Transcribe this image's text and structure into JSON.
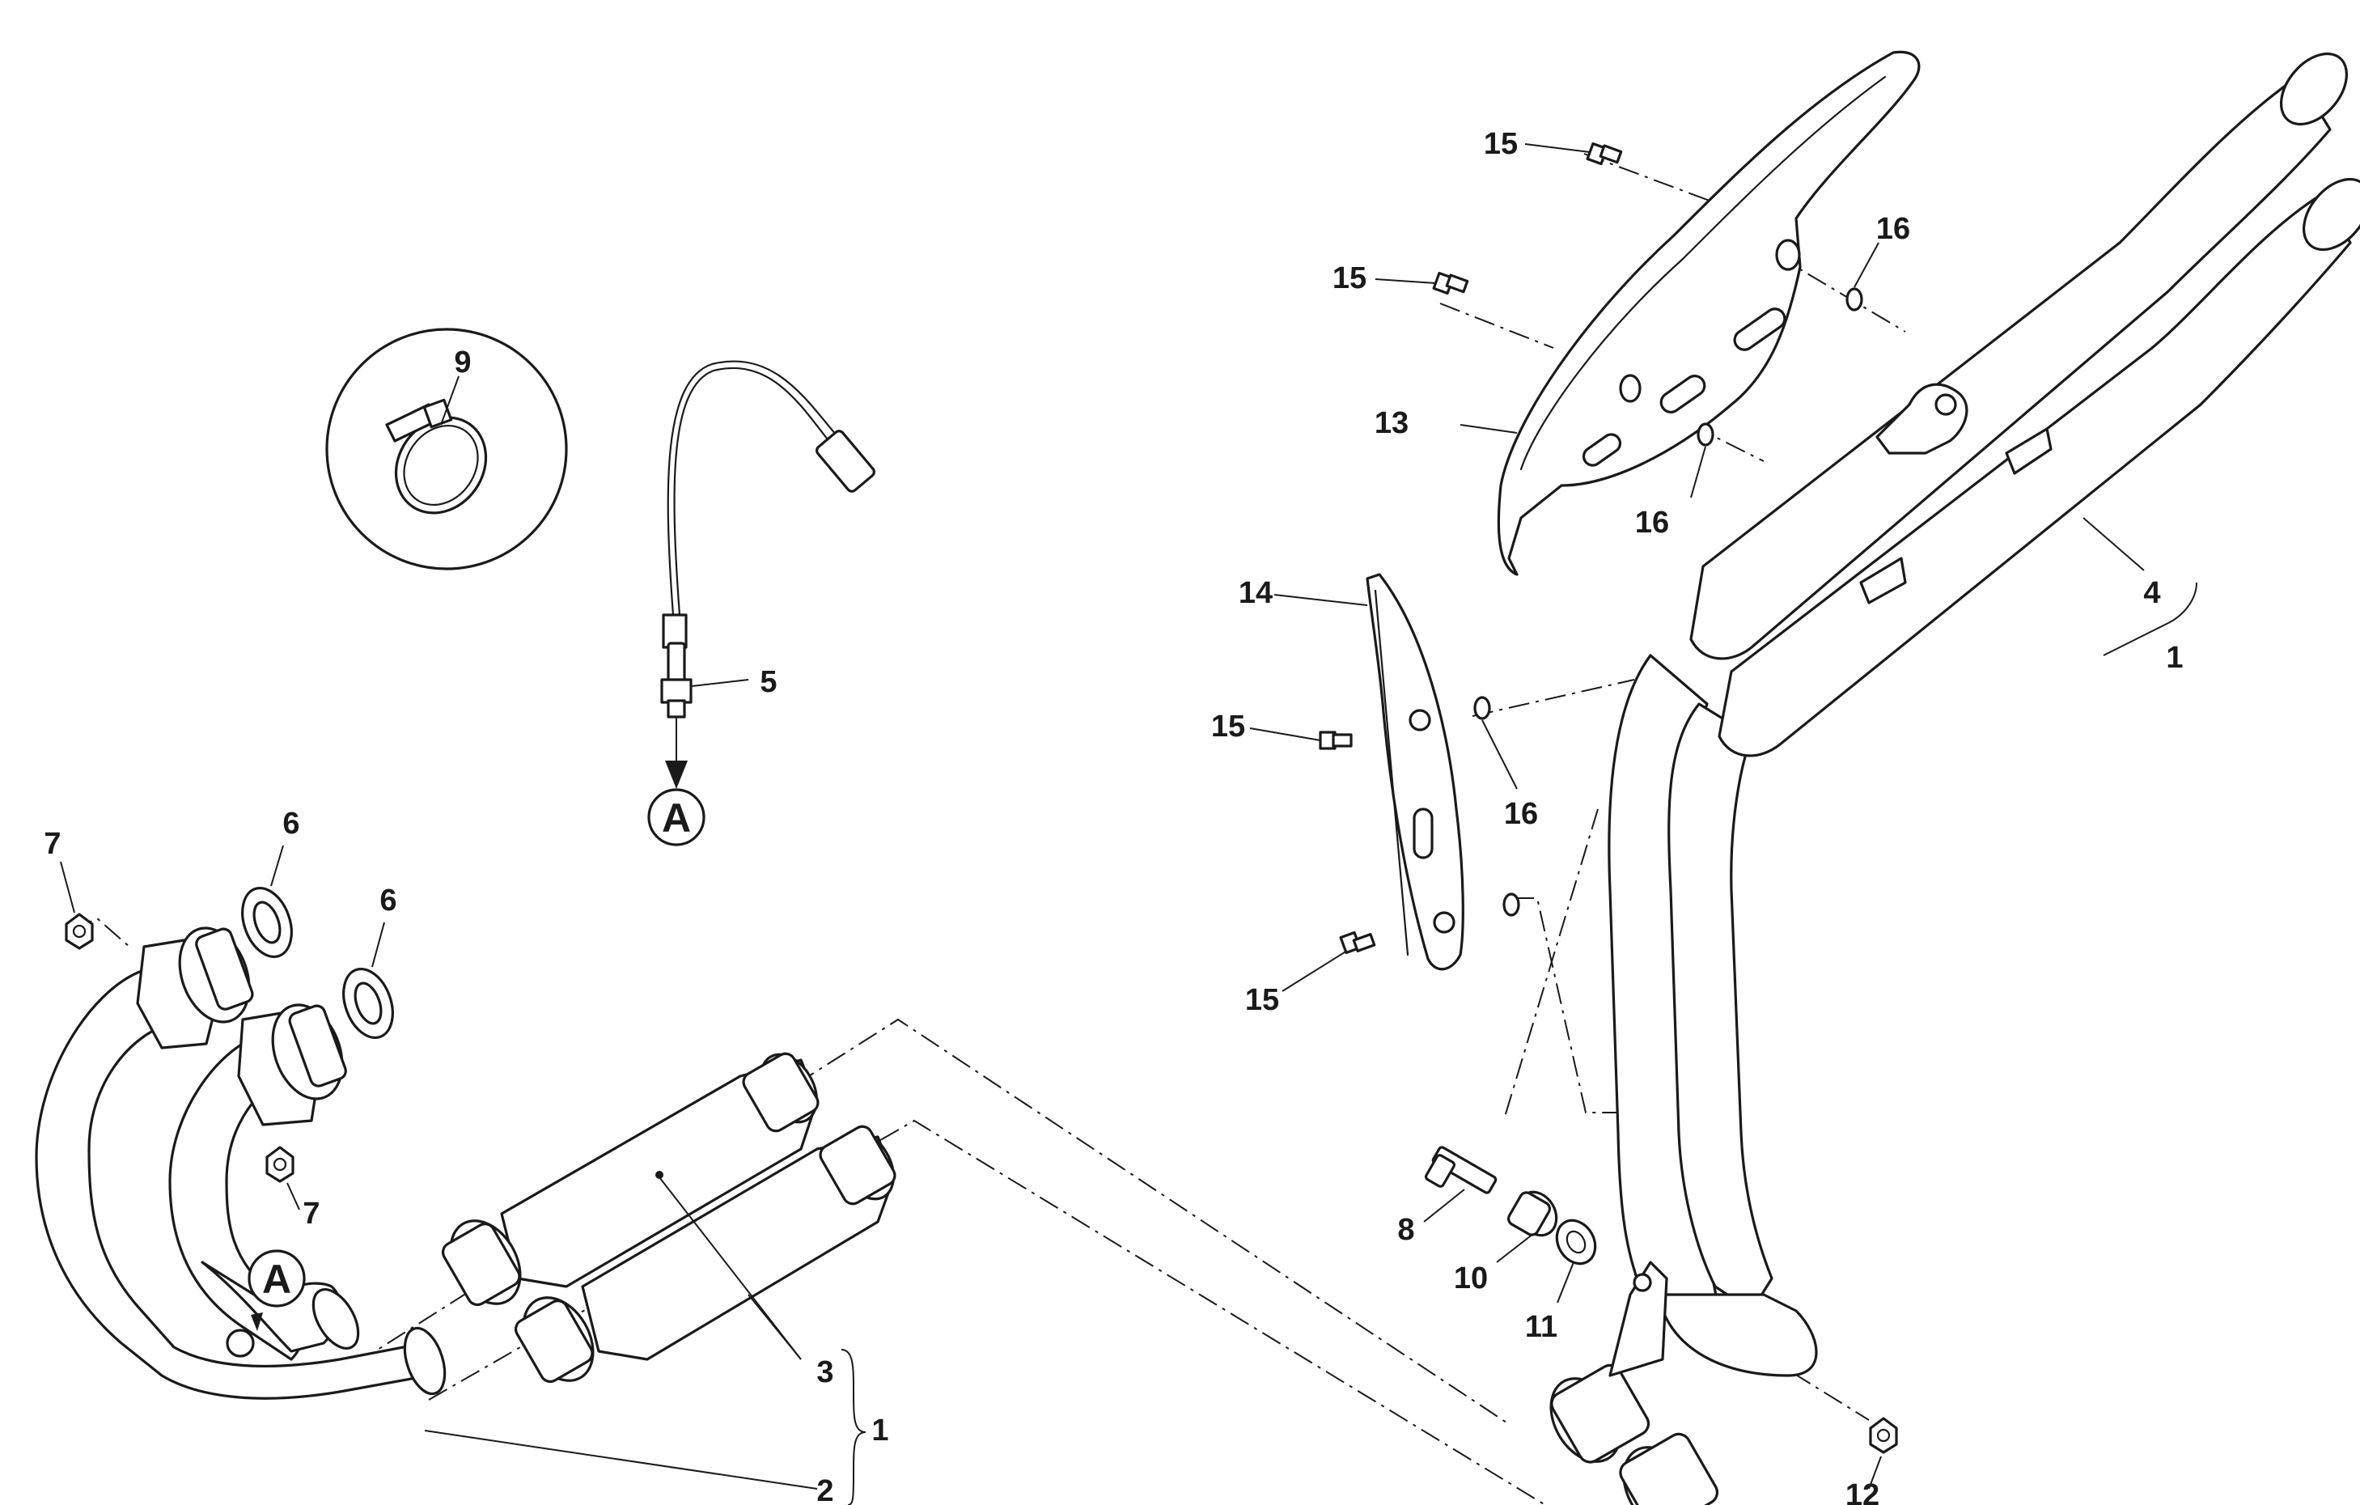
{
  "callouts": {
    "c1a": "1",
    "c1b": "1",
    "c2": "2",
    "c3": "3",
    "c4": "4",
    "c5": "5",
    "c6a": "6",
    "c6b": "6",
    "c7a": "7",
    "c7b": "7",
    "c8": "8",
    "c9": "9",
    "c10": "10",
    "c11": "11",
    "c12": "12",
    "c13": "13",
    "c14": "14",
    "c15a": "15",
    "c15b": "15",
    "c15c": "15",
    "c15d": "15",
    "c16a": "16",
    "c16b": "16",
    "c16c": "16"
  },
  "refs": {
    "a1": "A",
    "a2": "A"
  }
}
